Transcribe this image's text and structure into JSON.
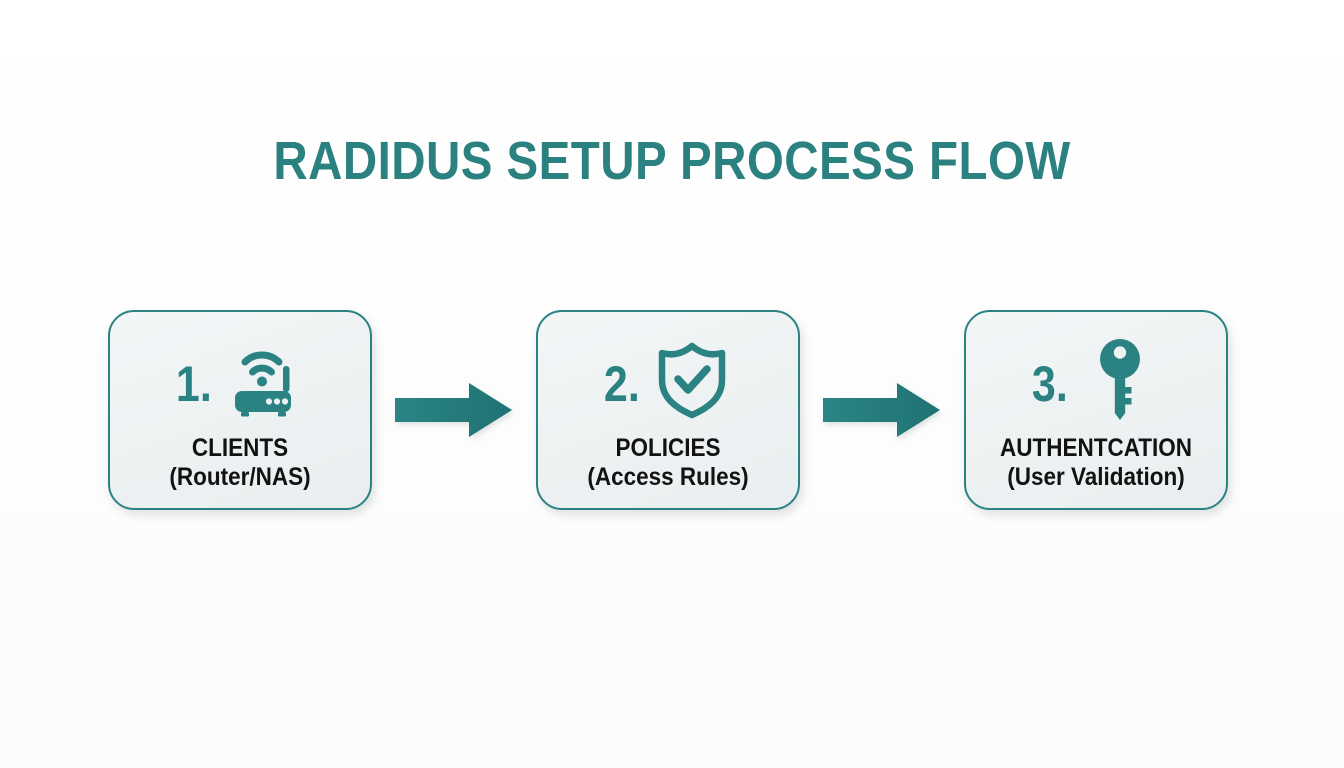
{
  "title": "RADIDUS SETUP PROCESS FLOW",
  "colors": {
    "teal": "#2a8283",
    "teal_dark": "#1f6f70",
    "title_teal": "#2b8080",
    "card_bg": "#eef2f3",
    "page_bg": "#fdfdfd",
    "label_black": "#121212"
  },
  "steps": [
    {
      "number": "1.",
      "icon": "router-wifi-icon",
      "label": "CLIENTS",
      "sublabel": "(Router/NAS)"
    },
    {
      "number": "2.",
      "icon": "shield-check-icon",
      "label": "POLICIES",
      "sublabel": "(Access Rules)"
    },
    {
      "number": "3.",
      "icon": "key-icon",
      "label": "AUTHENTCATION",
      "sublabel": "(User Validation)"
    }
  ],
  "connectors": [
    {
      "icon": "arrow-right-icon"
    },
    {
      "icon": "arrow-right-icon"
    }
  ]
}
